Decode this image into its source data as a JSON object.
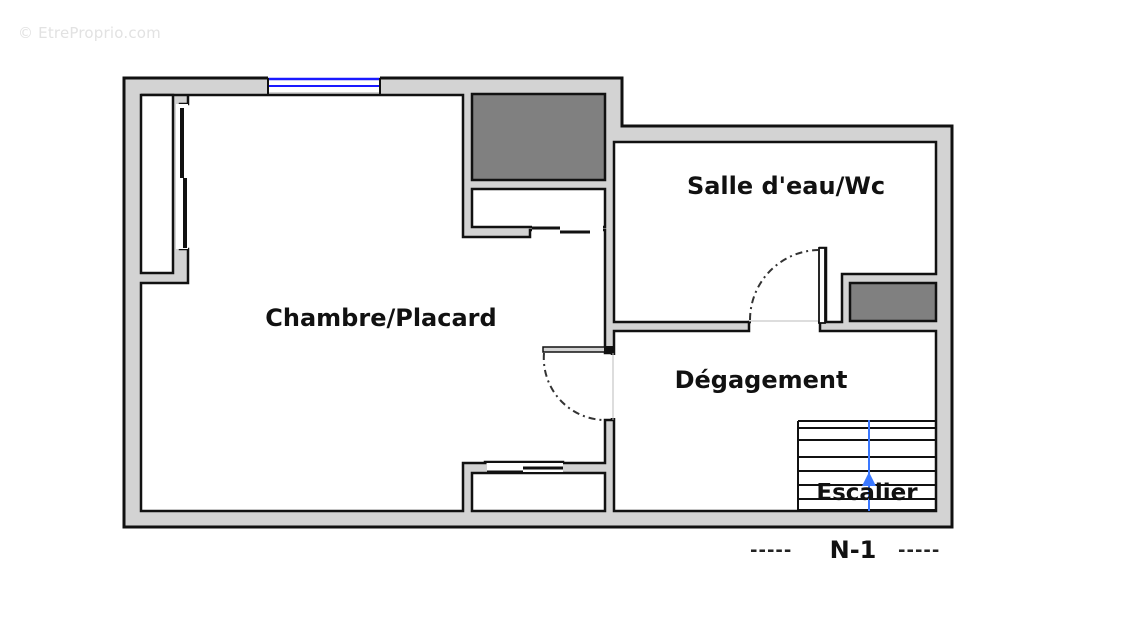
{
  "watermark": "© EtreProprio.com",
  "plan": {
    "level": "N-1",
    "level_dashes_left": "-----",
    "level_dashes_right": "-----",
    "rooms": [
      {
        "name": "Chambre/Placard"
      },
      {
        "name": "Salle d'eau/Wc"
      },
      {
        "name": "Dégagement"
      },
      {
        "name": "Escalier"
      }
    ],
    "colors": {
      "wall_fill": "#d3d3d3",
      "wall_stroke": "#111111",
      "fixture_fill": "#808080",
      "window": "#1a1aff",
      "stair_arrow": "#3a78ff"
    }
  }
}
